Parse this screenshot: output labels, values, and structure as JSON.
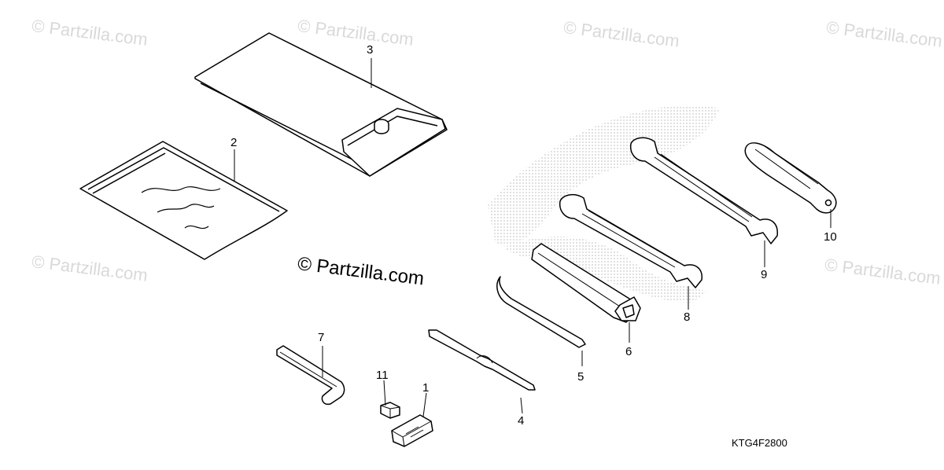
{
  "watermarks": {
    "text": "© Partzilla.com",
    "center_text": "© Partzilla.com"
  },
  "diagram_code": "KTG4F2800",
  "callouts": {
    "c1": "1",
    "c2": "2",
    "c3": "3",
    "c4": "4",
    "c5": "5",
    "c6": "6",
    "c7": "7",
    "c8": "8",
    "c9": "9",
    "c10": "10",
    "c11": "11"
  },
  "colors": {
    "line": "#000000",
    "watermark": "#d9d9d9",
    "logo": "#cfcfcf"
  }
}
